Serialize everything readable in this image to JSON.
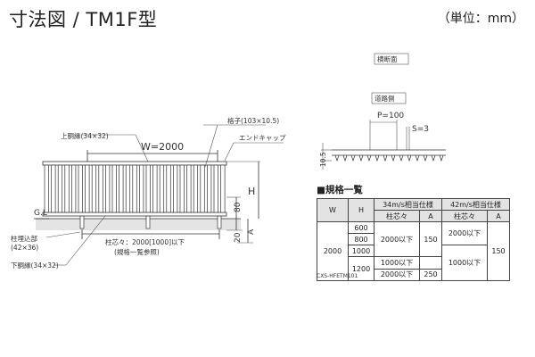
{
  "title": "寸法図 / TM1F型",
  "unit": "（単位：mm）",
  "elevation": {
    "label_upper_rail": "上胴縁(34×32)",
    "label_width": "W=2000",
    "label_lattice": "格子(103×10.5)",
    "label_end_cap": "エンドキャップ",
    "label_h": "H",
    "label_80": "80",
    "label_gl": "G.L",
    "label_post_embed": "柱埋込部",
    "label_post_embed_size": "(42×36)",
    "label_post_pitch": "柱芯々：2000[1000]以下",
    "label_post_pitch_note": "(規格一覧参照)",
    "label_20": "20",
    "label_a": "A",
    "label_lower_rail": "下胴縁(34×32)"
  },
  "section": {
    "label_cross_section": "横断面",
    "label_road_side": "道路側",
    "label_p": "P=100",
    "label_s": "S=3",
    "label_thickness": "10.5"
  },
  "spec": {
    "heading": "■規格一覧",
    "col_w": "W",
    "col_h": "H",
    "group_34": "34m/s相当仕様",
    "group_42": "42m/s相当仕様",
    "sub_pitch": "柱芯々",
    "sub_a": "A",
    "w_value": "2000",
    "h_values": [
      "600",
      "800",
      "1000",
      "1200"
    ],
    "r34_pitch_1": "2000以下",
    "r34_a_1": "150",
    "r34_pitch_2": "1000以下",
    "r34_pitch_3": "2000以下",
    "r34_a_2": "250",
    "r42_pitch_1": "2000以下",
    "r42_pitch_2": "1000以下",
    "r42_a": "150"
  },
  "code": "CXS-HFETM101"
}
